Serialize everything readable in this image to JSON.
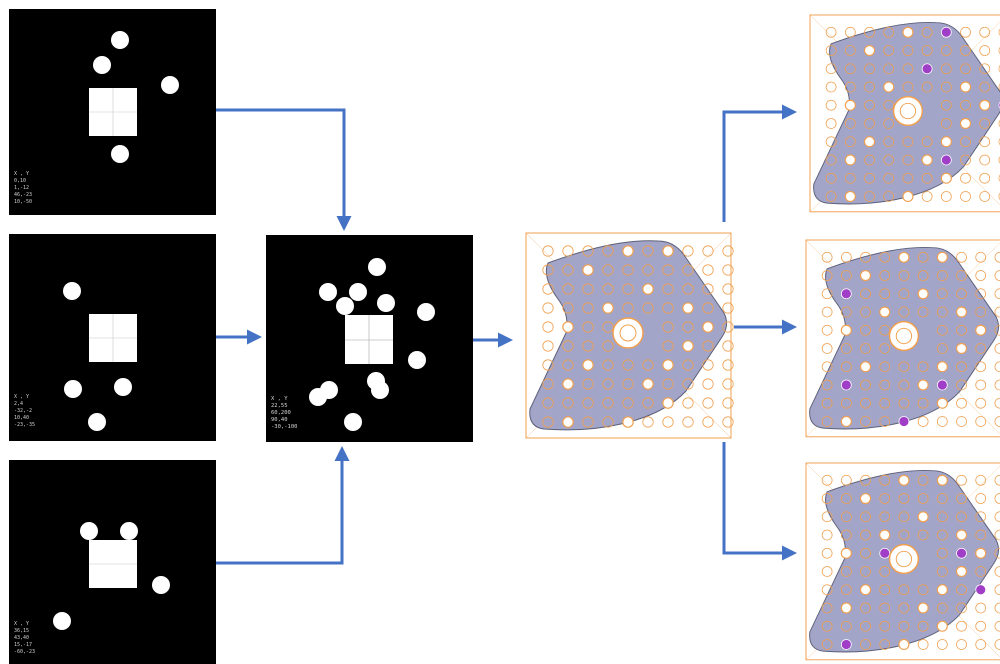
{
  "panels": {
    "input_a": {
      "labels": [
        "X , Y",
        "0,10",
        "1,-12",
        "46,-23",
        "10,-50"
      ]
    },
    "input_b": {
      "labels": [
        "X , Y",
        "2,4",
        "-32,-2",
        "10,40",
        "-23,-35"
      ]
    },
    "input_c": {
      "labels": [
        "X , Y",
        "36,15",
        "43,40",
        "15,-17",
        "-60,-23"
      ]
    },
    "merged": {
      "labels": [
        "X , Y",
        "22,55",
        "60,200",
        "90,40",
        "-30,-100"
      ]
    }
  },
  "colors": {
    "arrow": "#4472c4",
    "plate": "#a2a4c8",
    "frame": "#f0a050",
    "hole_filled": "#ffffff",
    "hole_highlight": "#a03ec8",
    "background_black": "#000000"
  },
  "icons": [
    "arrow-right-icon",
    "arrow-down-icon",
    "arrow-up-icon"
  ]
}
